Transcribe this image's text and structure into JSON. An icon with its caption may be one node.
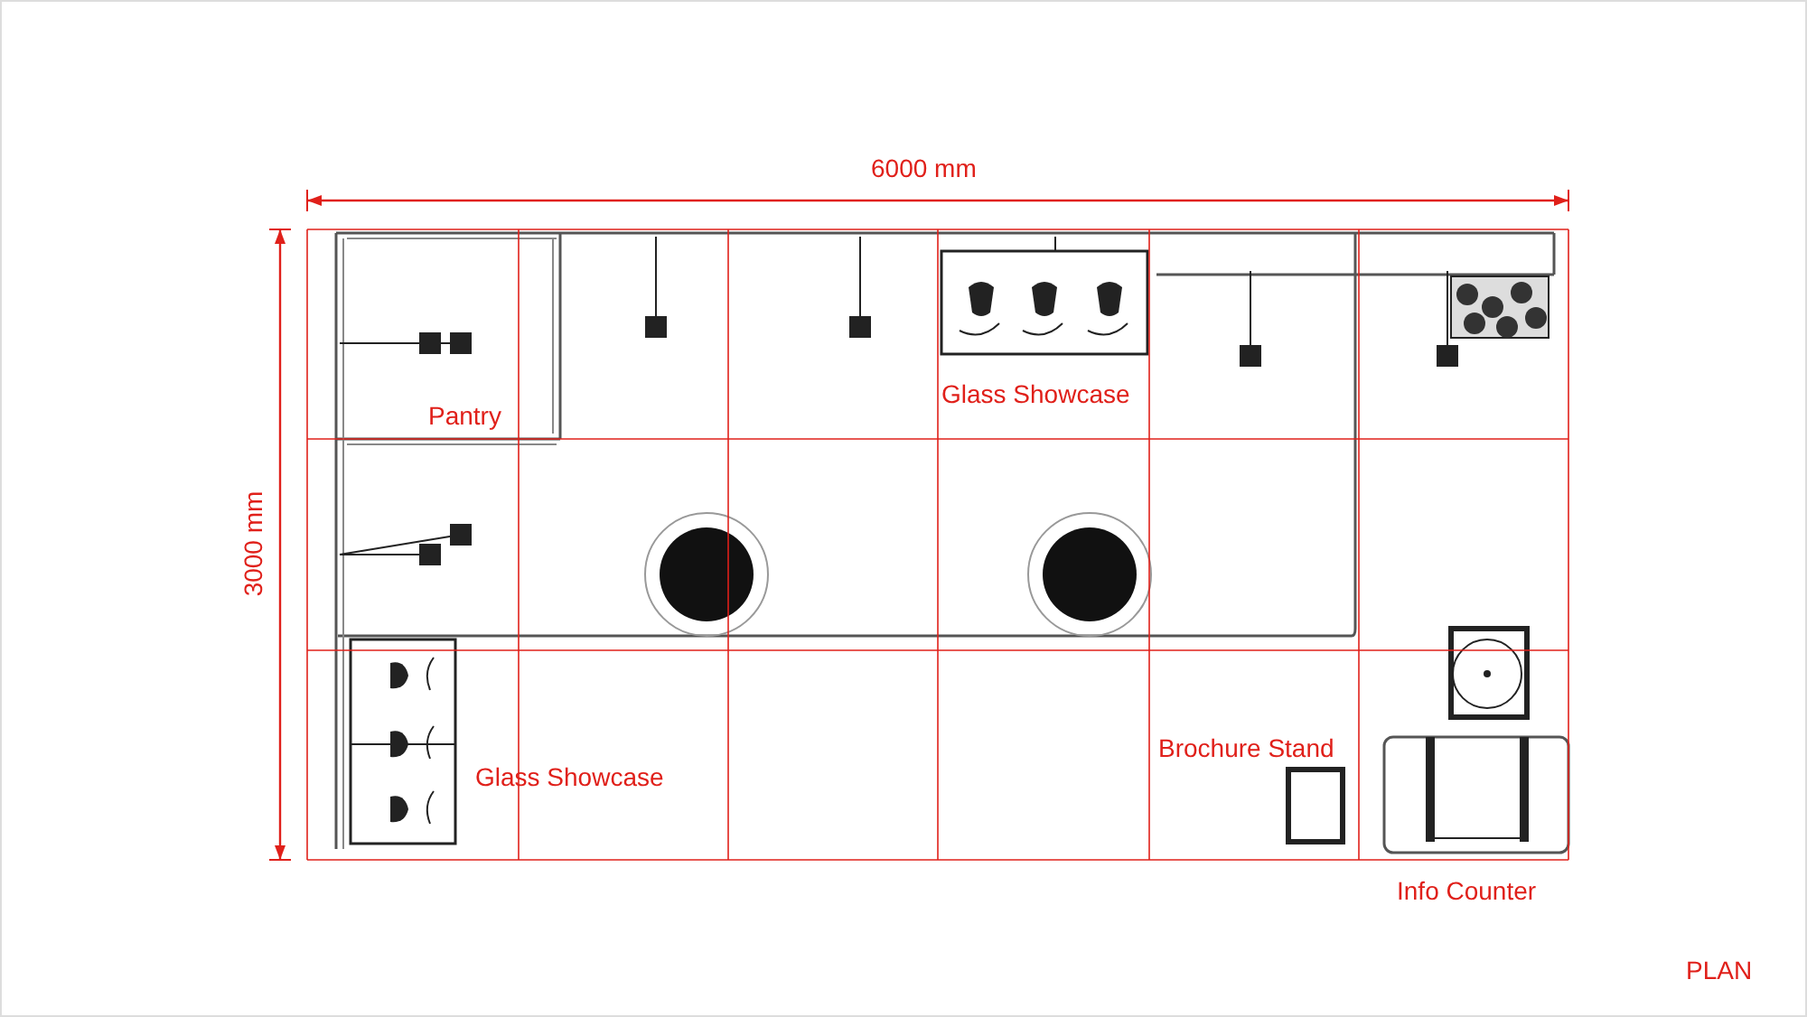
{
  "diagram": {
    "labels": [
      "6000 mm",
      "3000 mm",
      "Pantry",
      "Glass Showcase",
      "Glass Showcase",
      "Brochure Stand",
      "Info Counter",
      "PLAN"
    ]
  }
}
